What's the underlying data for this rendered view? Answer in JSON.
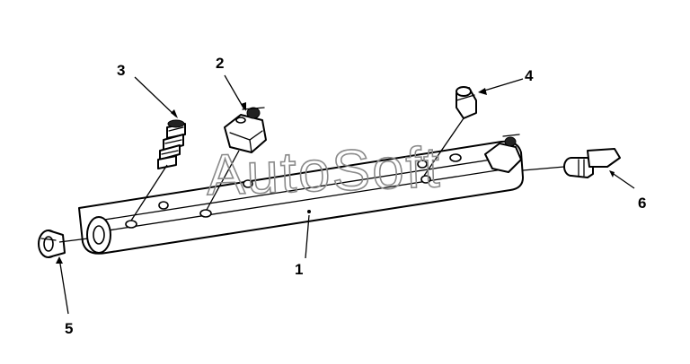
{
  "callouts": {
    "c1": "1",
    "c2": "2",
    "c3": "3",
    "c4": "4",
    "c5": "5",
    "c6": "6"
  },
  "watermark": "AutoSoft",
  "colors": {
    "ink": "#000000",
    "watermark": "#8a8a8a",
    "background": "#ffffff"
  }
}
